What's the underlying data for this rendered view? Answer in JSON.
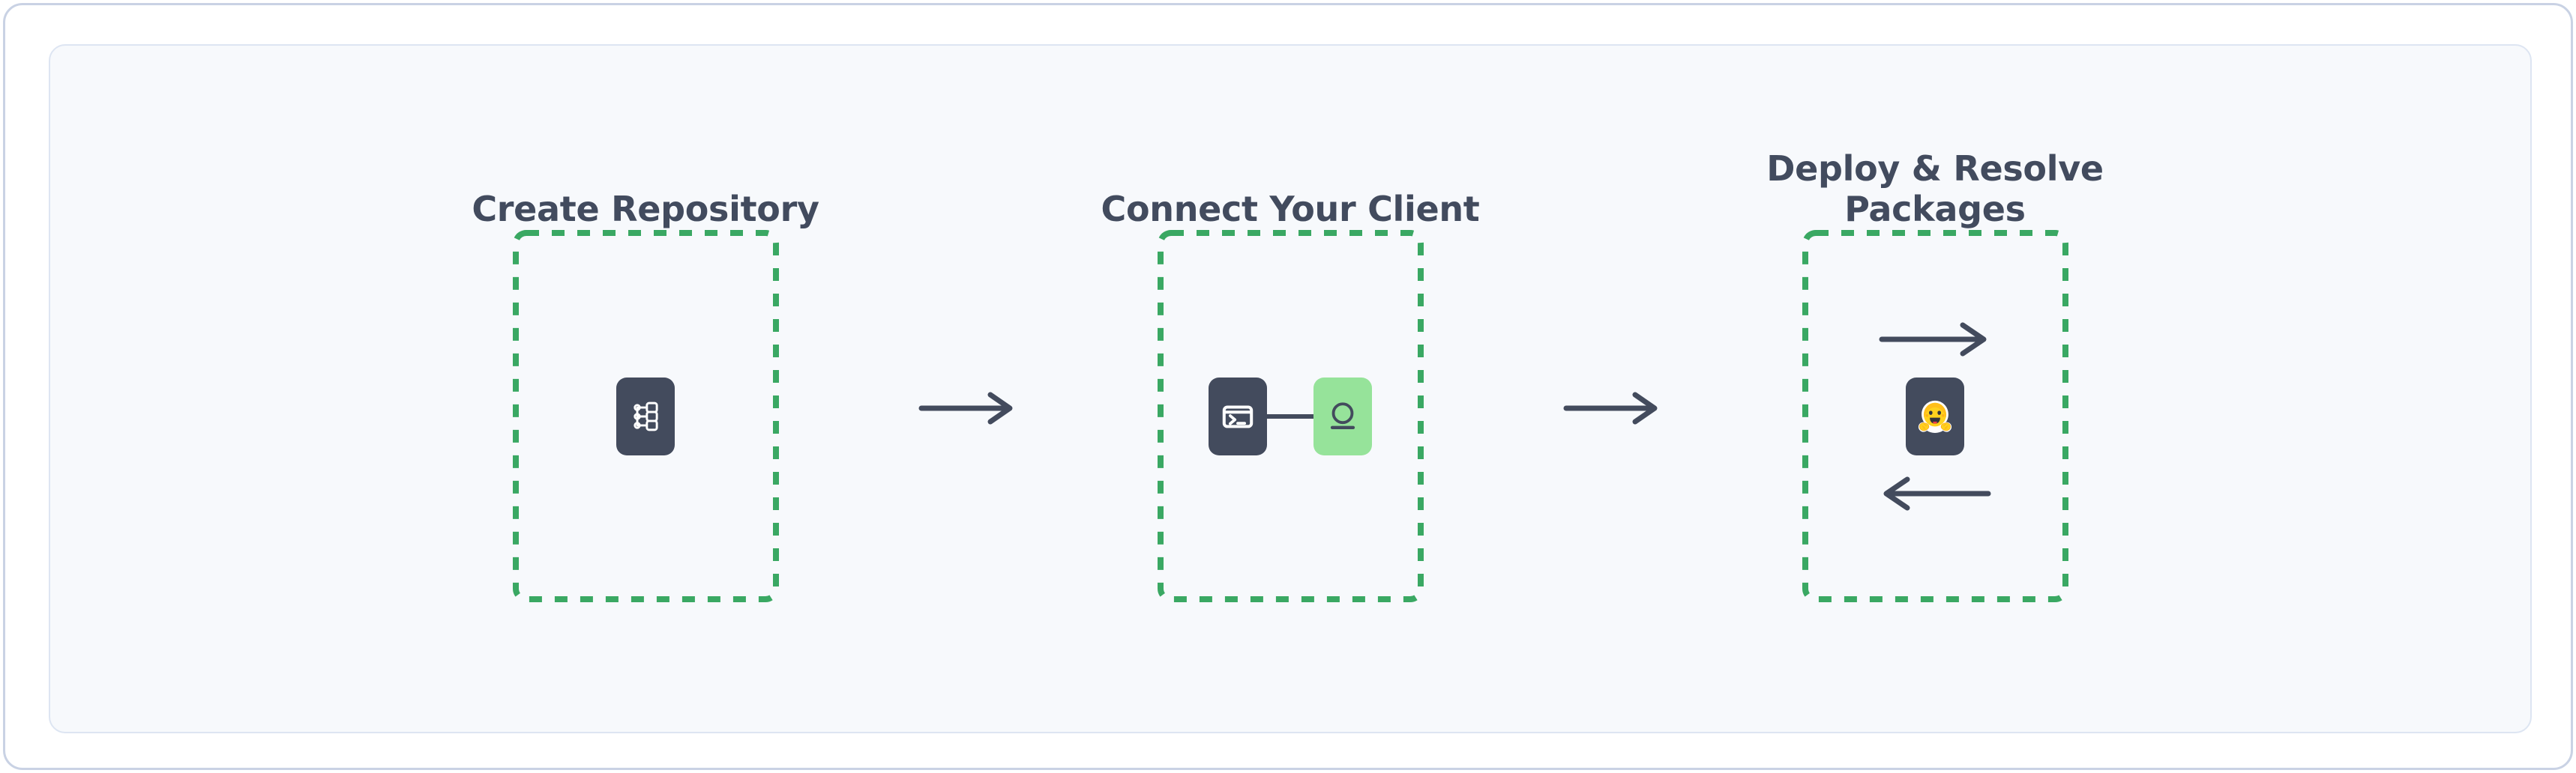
{
  "diagram": {
    "title_hidden": "Package Flow Overview",
    "accent_green": "#3aa863",
    "dash_green": "#3aa863",
    "dark_slate": "#434b5d",
    "title_color": "#424b5e",
    "panel_bg": "#f7f9fc",
    "frame_border": "#c9d2e4",
    "panel_border": "#dde5f2",
    "green_tile_bg": "#96e39a",
    "steps": [
      {
        "index": "1",
        "title": "Create Repository",
        "icon": "repository-hierarchy-icon",
        "icon_alt": "sitemap"
      },
      {
        "index": "2",
        "title": "Connect Your Client",
        "icon": "terminal-icon",
        "icon_alt": "terminal prompt",
        "target_icon": "artifactory-circle-icon",
        "connector": "connector-line"
      },
      {
        "index": "3",
        "title_line1": "Deploy & Resolve",
        "title_line2": "Packages",
        "title": "Deploy & Resolve Packages",
        "icon": "hugging-face-icon",
        "icon_alt": "hugging face emoji",
        "arrow_top": "arrow-right-icon",
        "arrow_bottom": "arrow-left-icon"
      }
    ],
    "connectors": [
      {
        "name": "step-arrow-1-2",
        "direction": "right"
      },
      {
        "name": "step-arrow-2-3",
        "direction": "right"
      }
    ]
  }
}
